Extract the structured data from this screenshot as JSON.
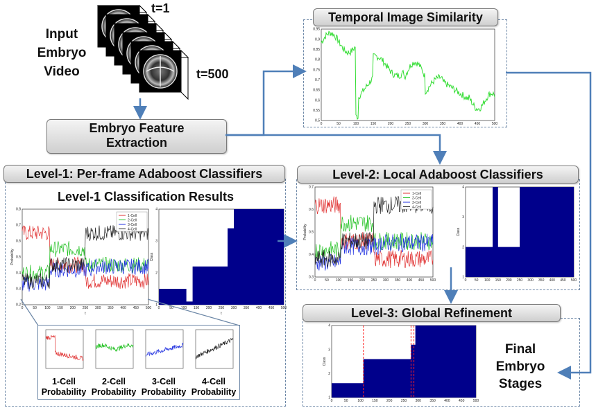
{
  "input_block": {
    "lines": [
      "Input",
      "Embryo",
      "Video"
    ],
    "t_start": "t=1",
    "t_end": "t=500"
  },
  "feature_box": {
    "line1": "Embryo Feature",
    "line2": "Extraction"
  },
  "temporal": {
    "title": "Temporal Image Similarity",
    "y_ticks": [
      "0.95",
      "0.9",
      "0.85",
      "0.8",
      "0.75",
      "0.7",
      "0.65",
      "0.6",
      "0.55",
      "0.5"
    ],
    "x_ticks": [
      "0",
      "50",
      "100",
      "150",
      "200",
      "250",
      "300",
      "350",
      "400",
      "450",
      "500"
    ]
  },
  "level1": {
    "title": "Level-1: Per-frame Adaboost Classifiers",
    "subtitle": "Level-1 Classification Results",
    "prob_y_ticks": [
      "0.8",
      "0.7",
      "0.6",
      "0.5",
      "0.4",
      "0.3",
      "0.2"
    ],
    "prob_x_ticks": [
      "0",
      "50",
      "100",
      "150",
      "200",
      "250",
      "300",
      "350",
      "400",
      "450",
      "500"
    ],
    "prob_ylabel": "Probability",
    "prob_xlabel": "t",
    "legend": [
      "1-Cell",
      "2-Cell",
      "3-Cell",
      "4-Cell"
    ],
    "class_y_ticks": [
      "4",
      "3",
      "2",
      "1"
    ],
    "class_x_ticks": [
      "0",
      "50",
      "100",
      "150",
      "200",
      "250",
      "300",
      "350",
      "400",
      "450",
      "500"
    ],
    "class_ylabel": "Class",
    "class_xlabel": "t"
  },
  "level1_small": [
    {
      "line1": "1-Cell",
      "line2": "Probability"
    },
    {
      "line1": "2-Cell",
      "line2": "Probability"
    },
    {
      "line1": "3-Cell",
      "line2": "Probability"
    },
    {
      "line1": "4-Cell",
      "line2": "Probability"
    }
  ],
  "level2": {
    "title": "Level-2: Local Adaboost Classifiers",
    "prob_y_ticks": [
      "0.7",
      "0.6",
      "0.5",
      "0.4",
      "0.3"
    ],
    "prob_x_ticks": [
      "0",
      "50",
      "100",
      "150",
      "200",
      "250",
      "300",
      "350",
      "400",
      "450",
      "500"
    ],
    "prob_ylabel": "Probability",
    "legend": [
      "1-Cell",
      "2-Cell",
      "3-Cell",
      "4-Cell"
    ],
    "class_y_ticks": [
      "4",
      "3",
      "2",
      "1"
    ],
    "class_x_ticks": [
      "0",
      "50",
      "100",
      "150",
      "200",
      "250",
      "300",
      "350",
      "400",
      "450",
      "500"
    ],
    "class_ylabel": "Class"
  },
  "level3": {
    "title": "Level-3: Global Refinement",
    "class_y_ticks": [
      "4",
      "3",
      "2",
      "1"
    ],
    "class_ylabel": "Class",
    "x_ticks": [
      "0",
      "50",
      "100",
      "150",
      "200",
      "250",
      "300",
      "350",
      "400",
      "450",
      "500"
    ],
    "final": [
      "Final",
      "Embryo",
      "Stages"
    ]
  },
  "colors": {
    "series": [
      "#e03030",
      "#20c020",
      "#2030e0",
      "#202020"
    ],
    "class_fill": "#00008b",
    "arrow": "#4f7fb8",
    "similarity": "#33dd33"
  }
}
